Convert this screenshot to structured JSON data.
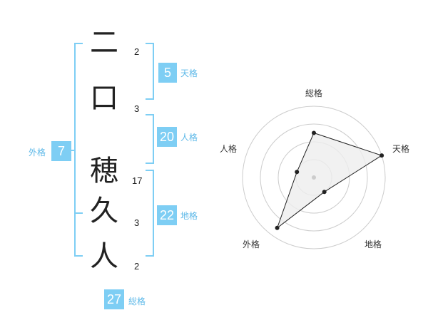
{
  "name": {
    "chars": [
      {
        "char": "二",
        "strokes": "2"
      },
      {
        "char": "口",
        "strokes": "3"
      },
      {
        "char": "穂",
        "strokes": "17"
      },
      {
        "char": "久",
        "strokes": "3"
      },
      {
        "char": "人",
        "strokes": "2"
      }
    ]
  },
  "kaku": {
    "tenkaku": {
      "label": "天格",
      "value": "5"
    },
    "jinkaku": {
      "label": "人格",
      "value": "20"
    },
    "chikaku": {
      "label": "地格",
      "value": "22"
    },
    "gaikaku": {
      "label": "外格",
      "value": "7"
    },
    "soukaku": {
      "label": "総格",
      "value": "27"
    }
  },
  "radar": {
    "axes": [
      "総格",
      "天格",
      "地格",
      "外格",
      "人格"
    ],
    "levels": 4,
    "values": [
      2.5,
      4,
      1,
      3.5,
      1
    ],
    "max": 4,
    "colors": {
      "grid": "#cccccc",
      "fill": "#eeeeee",
      "line": "#222222",
      "center": "#cccccc"
    }
  },
  "colors": {
    "accent": "#7ecef4",
    "label": "#5cb8e8"
  }
}
